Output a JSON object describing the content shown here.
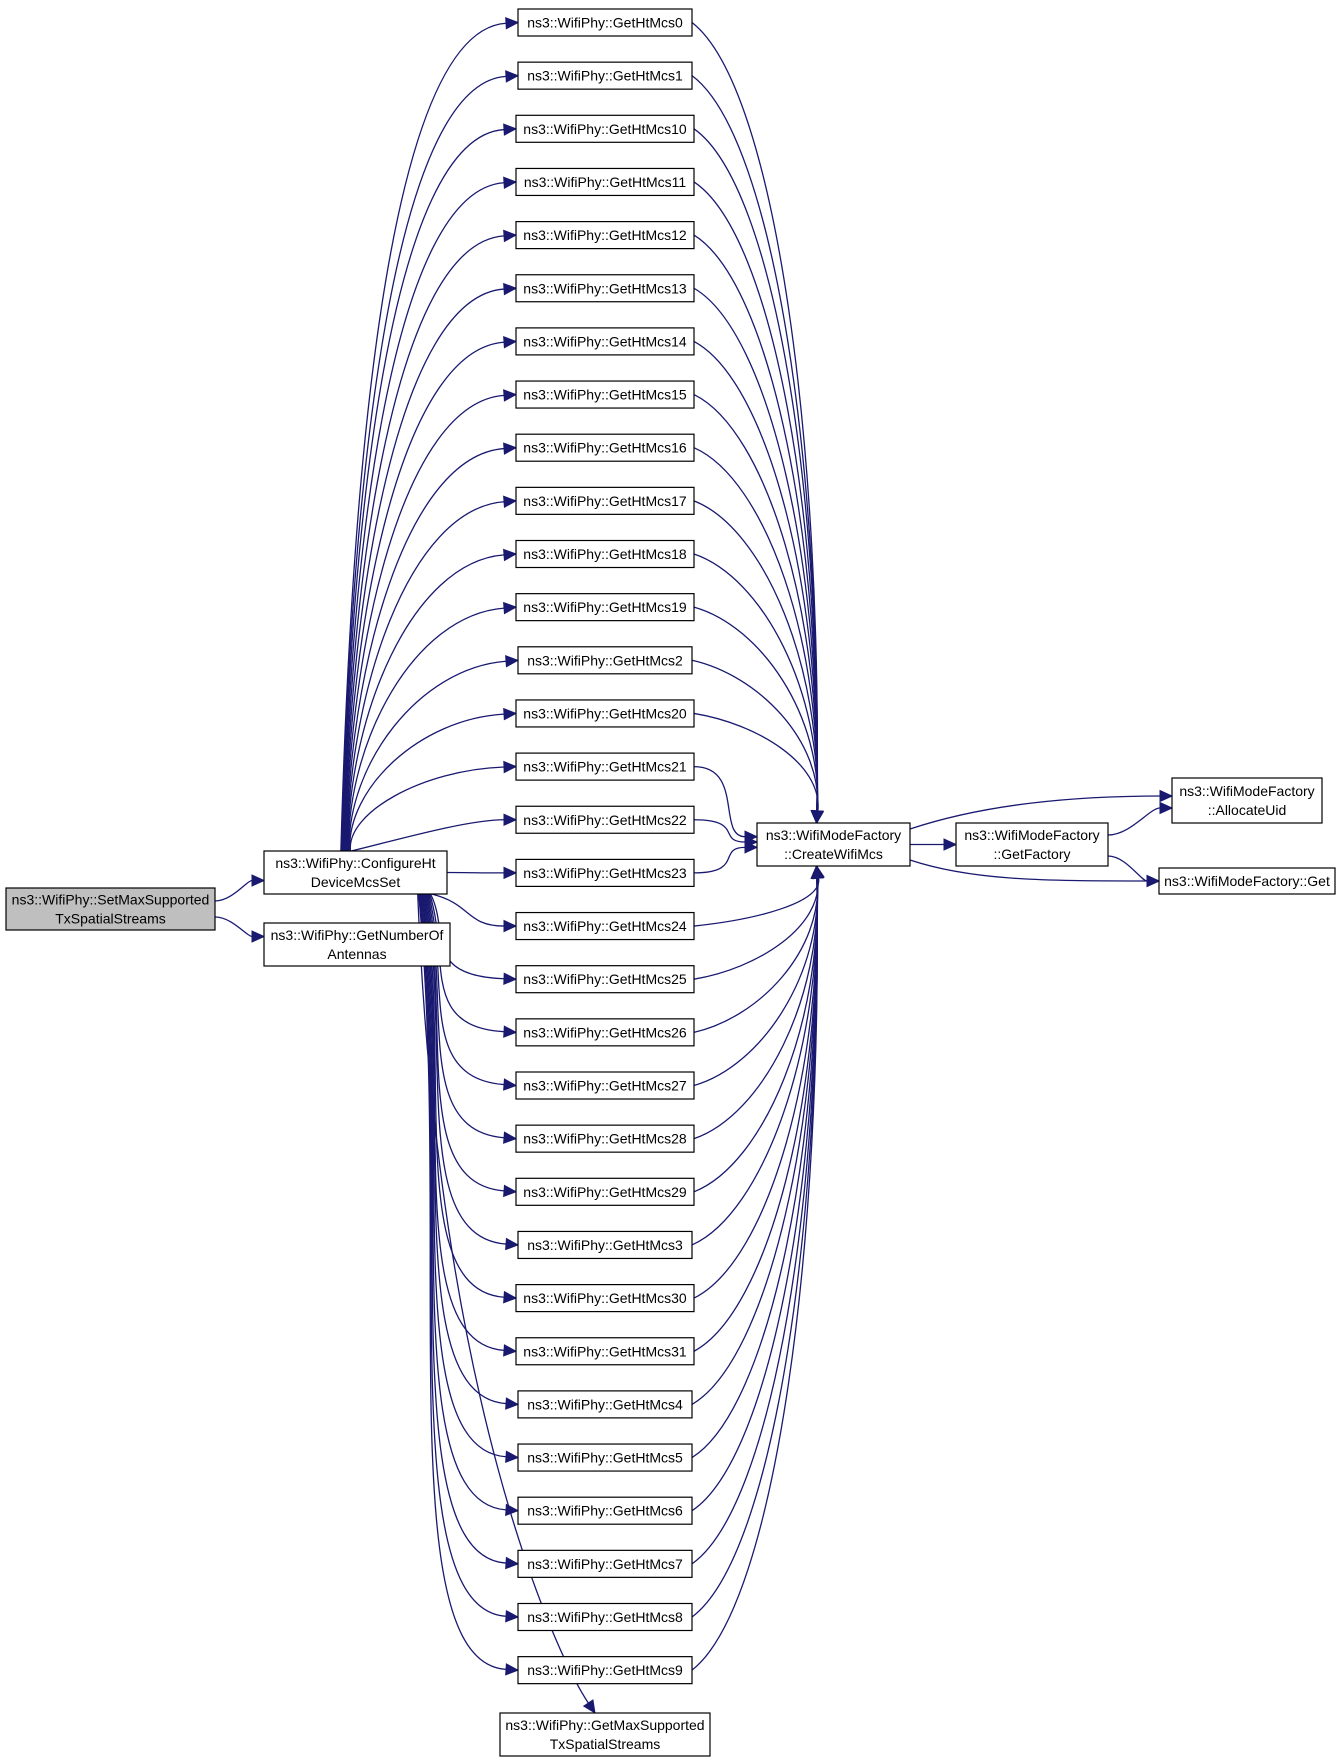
{
  "colors": {
    "edge": "#191970",
    "root_fill": "#bfbfbf",
    "node_fill": "#ffffff",
    "node_border": "#000000"
  },
  "nodes": [
    {
      "id": "root",
      "lines": [
        "ns3::WifiPhy::SetMaxSupported",
        "TxSpatialStreams"
      ],
      "highlight": true
    },
    {
      "id": "configure",
      "lines": [
        "ns3::WifiPhy::ConfigureHt",
        "DeviceMcsSet"
      ]
    },
    {
      "id": "antennas",
      "lines": [
        "ns3::WifiPhy::GetNumberOf",
        "Antennas"
      ]
    },
    {
      "id": "mcs0",
      "lines": [
        "ns3::WifiPhy::GetHtMcs0"
      ]
    },
    {
      "id": "mcs1",
      "lines": [
        "ns3::WifiPhy::GetHtMcs1"
      ]
    },
    {
      "id": "mcs10",
      "lines": [
        "ns3::WifiPhy::GetHtMcs10"
      ]
    },
    {
      "id": "mcs11",
      "lines": [
        "ns3::WifiPhy::GetHtMcs11"
      ]
    },
    {
      "id": "mcs12",
      "lines": [
        "ns3::WifiPhy::GetHtMcs12"
      ]
    },
    {
      "id": "mcs13",
      "lines": [
        "ns3::WifiPhy::GetHtMcs13"
      ]
    },
    {
      "id": "mcs14",
      "lines": [
        "ns3::WifiPhy::GetHtMcs14"
      ]
    },
    {
      "id": "mcs15",
      "lines": [
        "ns3::WifiPhy::GetHtMcs15"
      ]
    },
    {
      "id": "mcs16",
      "lines": [
        "ns3::WifiPhy::GetHtMcs16"
      ]
    },
    {
      "id": "mcs17",
      "lines": [
        "ns3::WifiPhy::GetHtMcs17"
      ]
    },
    {
      "id": "mcs18",
      "lines": [
        "ns3::WifiPhy::GetHtMcs18"
      ]
    },
    {
      "id": "mcs19",
      "lines": [
        "ns3::WifiPhy::GetHtMcs19"
      ]
    },
    {
      "id": "mcs2",
      "lines": [
        "ns3::WifiPhy::GetHtMcs2"
      ]
    },
    {
      "id": "mcs20",
      "lines": [
        "ns3::WifiPhy::GetHtMcs20"
      ]
    },
    {
      "id": "mcs21",
      "lines": [
        "ns3::WifiPhy::GetHtMcs21"
      ]
    },
    {
      "id": "mcs22",
      "lines": [
        "ns3::WifiPhy::GetHtMcs22"
      ]
    },
    {
      "id": "mcs23",
      "lines": [
        "ns3::WifiPhy::GetHtMcs23"
      ]
    },
    {
      "id": "mcs24",
      "lines": [
        "ns3::WifiPhy::GetHtMcs24"
      ]
    },
    {
      "id": "mcs25",
      "lines": [
        "ns3::WifiPhy::GetHtMcs25"
      ]
    },
    {
      "id": "mcs26",
      "lines": [
        "ns3::WifiPhy::GetHtMcs26"
      ]
    },
    {
      "id": "mcs27",
      "lines": [
        "ns3::WifiPhy::GetHtMcs27"
      ]
    },
    {
      "id": "mcs28",
      "lines": [
        "ns3::WifiPhy::GetHtMcs28"
      ]
    },
    {
      "id": "mcs29",
      "lines": [
        "ns3::WifiPhy::GetHtMcs29"
      ]
    },
    {
      "id": "mcs3",
      "lines": [
        "ns3::WifiPhy::GetHtMcs3"
      ]
    },
    {
      "id": "mcs30",
      "lines": [
        "ns3::WifiPhy::GetHtMcs30"
      ]
    },
    {
      "id": "mcs31",
      "lines": [
        "ns3::WifiPhy::GetHtMcs31"
      ]
    },
    {
      "id": "mcs4",
      "lines": [
        "ns3::WifiPhy::GetHtMcs4"
      ]
    },
    {
      "id": "mcs5",
      "lines": [
        "ns3::WifiPhy::GetHtMcs5"
      ]
    },
    {
      "id": "mcs6",
      "lines": [
        "ns3::WifiPhy::GetHtMcs6"
      ]
    },
    {
      "id": "mcs7",
      "lines": [
        "ns3::WifiPhy::GetHtMcs7"
      ]
    },
    {
      "id": "mcs8",
      "lines": [
        "ns3::WifiPhy::GetHtMcs8"
      ]
    },
    {
      "id": "mcs9",
      "lines": [
        "ns3::WifiPhy::GetHtMcs9"
      ]
    },
    {
      "id": "maxss",
      "lines": [
        "ns3::WifiPhy::GetMaxSupported",
        "TxSpatialStreams"
      ]
    },
    {
      "id": "create",
      "lines": [
        "ns3::WifiModeFactory",
        "::CreateWifiMcs"
      ]
    },
    {
      "id": "getfactory",
      "lines": [
        "ns3::WifiModeFactory",
        "::GetFactory"
      ]
    },
    {
      "id": "allocate",
      "lines": [
        "ns3::WifiModeFactory",
        "::AllocateUid"
      ]
    },
    {
      "id": "get",
      "lines": [
        "ns3::WifiModeFactory::Get"
      ]
    }
  ],
  "edges": [
    [
      "root",
      "configure"
    ],
    [
      "root",
      "antennas"
    ],
    [
      "configure",
      "mcs0"
    ],
    [
      "configure",
      "mcs1"
    ],
    [
      "configure",
      "mcs10"
    ],
    [
      "configure",
      "mcs11"
    ],
    [
      "configure",
      "mcs12"
    ],
    [
      "configure",
      "mcs13"
    ],
    [
      "configure",
      "mcs14"
    ],
    [
      "configure",
      "mcs15"
    ],
    [
      "configure",
      "mcs16"
    ],
    [
      "configure",
      "mcs17"
    ],
    [
      "configure",
      "mcs18"
    ],
    [
      "configure",
      "mcs19"
    ],
    [
      "configure",
      "mcs2"
    ],
    [
      "configure",
      "mcs20"
    ],
    [
      "configure",
      "mcs21"
    ],
    [
      "configure",
      "mcs22"
    ],
    [
      "configure",
      "mcs23"
    ],
    [
      "configure",
      "mcs24"
    ],
    [
      "configure",
      "mcs25"
    ],
    [
      "configure",
      "mcs26"
    ],
    [
      "configure",
      "mcs27"
    ],
    [
      "configure",
      "mcs28"
    ],
    [
      "configure",
      "mcs29"
    ],
    [
      "configure",
      "mcs3"
    ],
    [
      "configure",
      "mcs30"
    ],
    [
      "configure",
      "mcs31"
    ],
    [
      "configure",
      "mcs4"
    ],
    [
      "configure",
      "mcs5"
    ],
    [
      "configure",
      "mcs6"
    ],
    [
      "configure",
      "mcs7"
    ],
    [
      "configure",
      "mcs8"
    ],
    [
      "configure",
      "mcs9"
    ],
    [
      "configure",
      "maxss"
    ],
    [
      "mcs0",
      "create"
    ],
    [
      "mcs1",
      "create"
    ],
    [
      "mcs10",
      "create"
    ],
    [
      "mcs11",
      "create"
    ],
    [
      "mcs12",
      "create"
    ],
    [
      "mcs13",
      "create"
    ],
    [
      "mcs14",
      "create"
    ],
    [
      "mcs15",
      "create"
    ],
    [
      "mcs16",
      "create"
    ],
    [
      "mcs17",
      "create"
    ],
    [
      "mcs18",
      "create"
    ],
    [
      "mcs19",
      "create"
    ],
    [
      "mcs2",
      "create"
    ],
    [
      "mcs20",
      "create"
    ],
    [
      "mcs21",
      "create"
    ],
    [
      "mcs22",
      "create"
    ],
    [
      "mcs23",
      "create"
    ],
    [
      "mcs24",
      "create"
    ],
    [
      "mcs25",
      "create"
    ],
    [
      "mcs26",
      "create"
    ],
    [
      "mcs27",
      "create"
    ],
    [
      "mcs28",
      "create"
    ],
    [
      "mcs29",
      "create"
    ],
    [
      "mcs3",
      "create"
    ],
    [
      "mcs30",
      "create"
    ],
    [
      "mcs31",
      "create"
    ],
    [
      "mcs4",
      "create"
    ],
    [
      "mcs5",
      "create"
    ],
    [
      "mcs6",
      "create"
    ],
    [
      "mcs7",
      "create"
    ],
    [
      "mcs8",
      "create"
    ],
    [
      "mcs9",
      "create"
    ],
    [
      "create",
      "getfactory"
    ],
    [
      "create",
      "allocate"
    ],
    [
      "create",
      "get"
    ],
    [
      "getfactory",
      "allocate"
    ],
    [
      "getfactory",
      "get"
    ]
  ]
}
